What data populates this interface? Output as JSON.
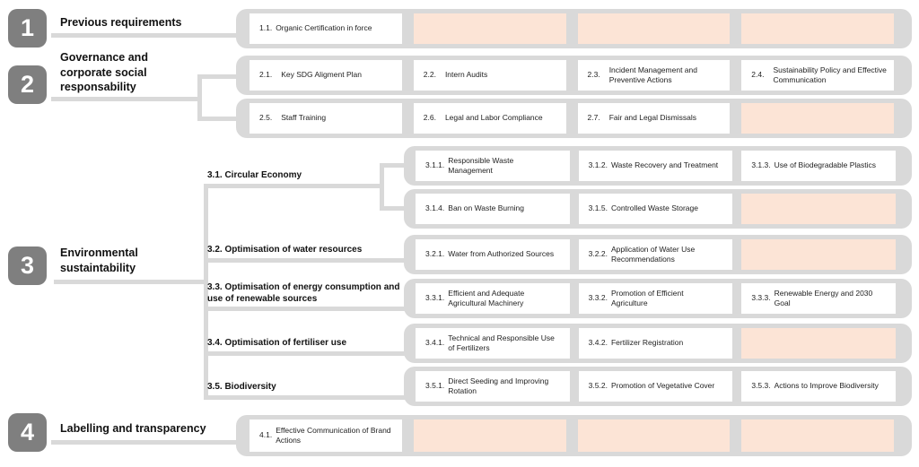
{
  "palette": {
    "badge_gray": "#7f7f7f",
    "container_gray": "#d9d9d9",
    "empty_cell_peach": "#fce4d6",
    "cell_white": "#ffffff",
    "text_dark": "#1d1d1d"
  },
  "sections": {
    "s1": {
      "number": "1",
      "label": "Previous requirements"
    },
    "s2": {
      "number": "2",
      "label": "Governance and corporate social responsability"
    },
    "s3": {
      "number": "3",
      "label": "Environmental sustaintability"
    },
    "s4": {
      "number": "4",
      "label": "Labelling and transparency"
    }
  },
  "sublabels": {
    "s31": "3.1. Circular Economy",
    "s32": "3.2. Optimisation of water resources",
    "s33": "3.3. Optimisation of energy consumption and use of renewable sources",
    "s34": "3.4. Optimisation of fertiliser use",
    "s35": "3.5. Biodiversity"
  },
  "cells": {
    "c11": {
      "num": "1.1.",
      "text": "Organic Certification in force"
    },
    "c21": {
      "num": "2.1.",
      "text": "Key SDG Aligment Plan"
    },
    "c22": {
      "num": "2.2.",
      "text": "Intern Audits"
    },
    "c23": {
      "num": "2.3.",
      "text": "Incident Management and Preventive Actions"
    },
    "c24": {
      "num": "2.4.",
      "text": "Sustainability Policy and Effective Communication"
    },
    "c25": {
      "num": "2.5.",
      "text": "Staff Training"
    },
    "c26": {
      "num": "2.6.",
      "text": "Legal and Labor Compliance"
    },
    "c27": {
      "num": "2.7.",
      "text": "Fair and Legal Dismissals"
    },
    "c311": {
      "num": "3.1.1.",
      "text": "Responsible Waste Management"
    },
    "c312": {
      "num": "3.1.2.",
      "text": "Waste Recovery and Treatment"
    },
    "c313": {
      "num": "3.1.3.",
      "text": "Use of Biodegradable Plastics"
    },
    "c314": {
      "num": "3.1.4.",
      "text": "Ban on Waste Burning"
    },
    "c315": {
      "num": "3.1.5.",
      "text": "Controlled Waste Storage"
    },
    "c321": {
      "num": "3.2.1.",
      "text": "Water from Authorized Sources"
    },
    "c322": {
      "num": "3.2.2.",
      "text": "Application of Water Use Recommendations"
    },
    "c331": {
      "num": "3.3.1.",
      "text": "Efficient and Adequate Agricultural Machinery"
    },
    "c332": {
      "num": "3.3.2.",
      "text": "Promotion of Efficient Agriculture"
    },
    "c333": {
      "num": "3.3.3.",
      "text": "Renewable Energy and 2030 Goal"
    },
    "c341": {
      "num": "3.4.1.",
      "text": "Technical and Responsible Use of Fertilizers"
    },
    "c342": {
      "num": "3.4.2.",
      "text": "Fertilizer Registration"
    },
    "c351": {
      "num": "3.5.1.",
      "text": "Direct Seeding and Improving Rotation"
    },
    "c352": {
      "num": "3.5.2.",
      "text": "Promotion of Vegetative Cover"
    },
    "c353": {
      "num": "3.5.3.",
      "text": "Actions to Improve Biodiversity"
    },
    "c41": {
      "num": "4.1.",
      "text": "Effective Communication of Brand Actions"
    }
  }
}
